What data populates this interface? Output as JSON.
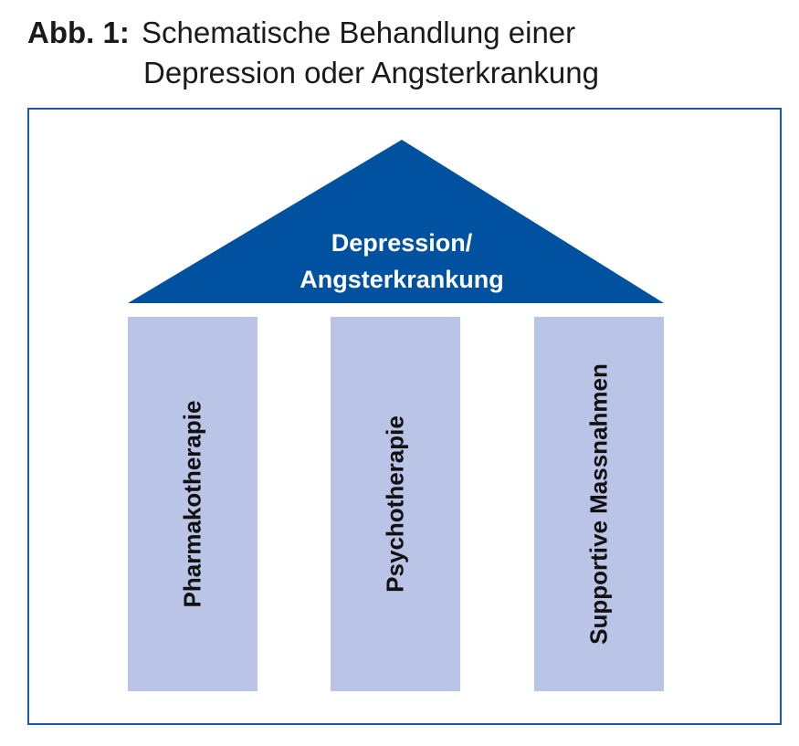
{
  "figure": {
    "label": "Abb. 1:",
    "title_line1": "Schematische Behandlung einer",
    "title_line2": "Depression oder Angsterkrankung"
  },
  "roof": {
    "line1": "Depression/",
    "line2": "Angsterkrankung",
    "color": "#0052a0"
  },
  "pillars": [
    {
      "label": "Pharmakotherapie"
    },
    {
      "label": "Psychotherapie"
    },
    {
      "label": "Supportive Massnahmen"
    }
  ],
  "colors": {
    "pillar": "#b9c4e6",
    "frame": "#1d5aa6"
  }
}
